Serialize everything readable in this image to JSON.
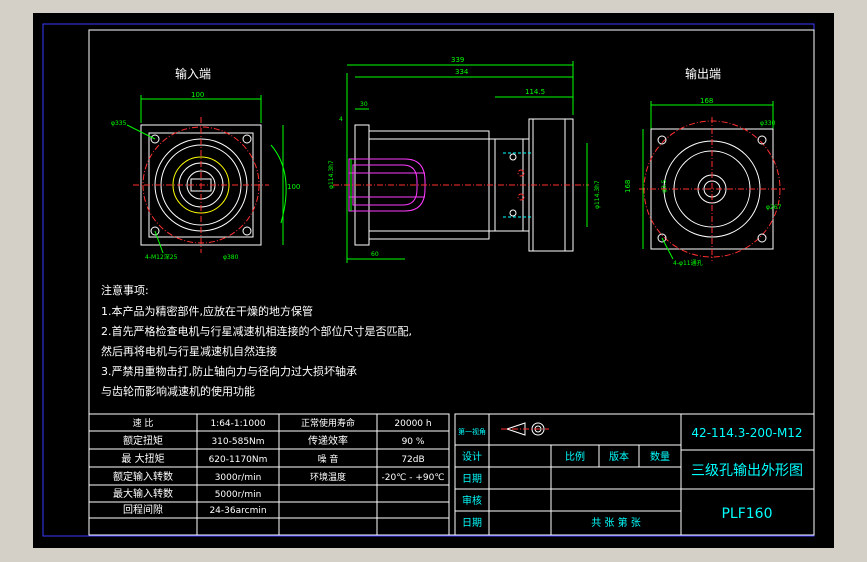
{
  "views": {
    "input_label": "输入端",
    "output_label": "输出端"
  },
  "dimensions": {
    "left_width": "100",
    "left_pcd": "φ335",
    "left_height": "100",
    "left_bolt": "4-M12深25",
    "left_dia": "φ380",
    "center_total": "339",
    "center_body": "334",
    "center_114": "114.5",
    "center_4": "4",
    "center_30": "30",
    "center_shaft": "φ114.3h7",
    "center_right_dia": "φ114.3h7",
    "center_bottom": "60",
    "right_width": "168",
    "right_pcd": "φ330",
    "right_height": "168",
    "right_bolt": "4-φ11通孔",
    "right_dia": "φ267",
    "right_small": "φ3.5"
  },
  "notes": {
    "heading": "注意事项:",
    "line1": "1.本产品为精密部件,应放在干燥的地方保管",
    "line2": "2.首先严格检查电机与行星减速机相连接的个部位尺寸是否匹配,",
    "line3": "然后再将电机与行星减速机自然连接",
    "line4": "3.严禁用重物击打,防止轴向力与径向力过大损坏轴承",
    "line5": "与齿轮而影响减速机的使用功能"
  },
  "spec_table": {
    "rows": [
      {
        "label1": "速 比",
        "value1": "1:64-1:1000",
        "label2": "正常使用寿命",
        "value2": "20000 h"
      },
      {
        "label1": "额定扭矩",
        "value1": "310-585Nm",
        "label2": "传递效率",
        "value2": "90 %"
      },
      {
        "label1": "最 大扭矩",
        "value1": "620-1170Nm",
        "label2": "噪 音",
        "value2": "72dB"
      },
      {
        "label1": "额定输入转数",
        "value1": "3000r/min",
        "label2": "环境温度",
        "value2": "-20℃ - +90℃"
      },
      {
        "label1": "最大输入转数",
        "value1": "5000r/min",
        "label2": "",
        "value2": ""
      },
      {
        "label1": "回程间隙",
        "value1": "24-36arcmin",
        "label2": "",
        "value2": ""
      }
    ]
  },
  "title_block": {
    "view_label": "第一视角",
    "design": "设计",
    "date1": "日期",
    "review": "审核",
    "date2": "日期",
    "ratio": "比例",
    "version": "版本",
    "quantity": "数量",
    "sheets": "共    张    第    张",
    "code": "42-114.3-200-M12",
    "title": "三级孔输出外形图",
    "model": "PLF160"
  }
}
